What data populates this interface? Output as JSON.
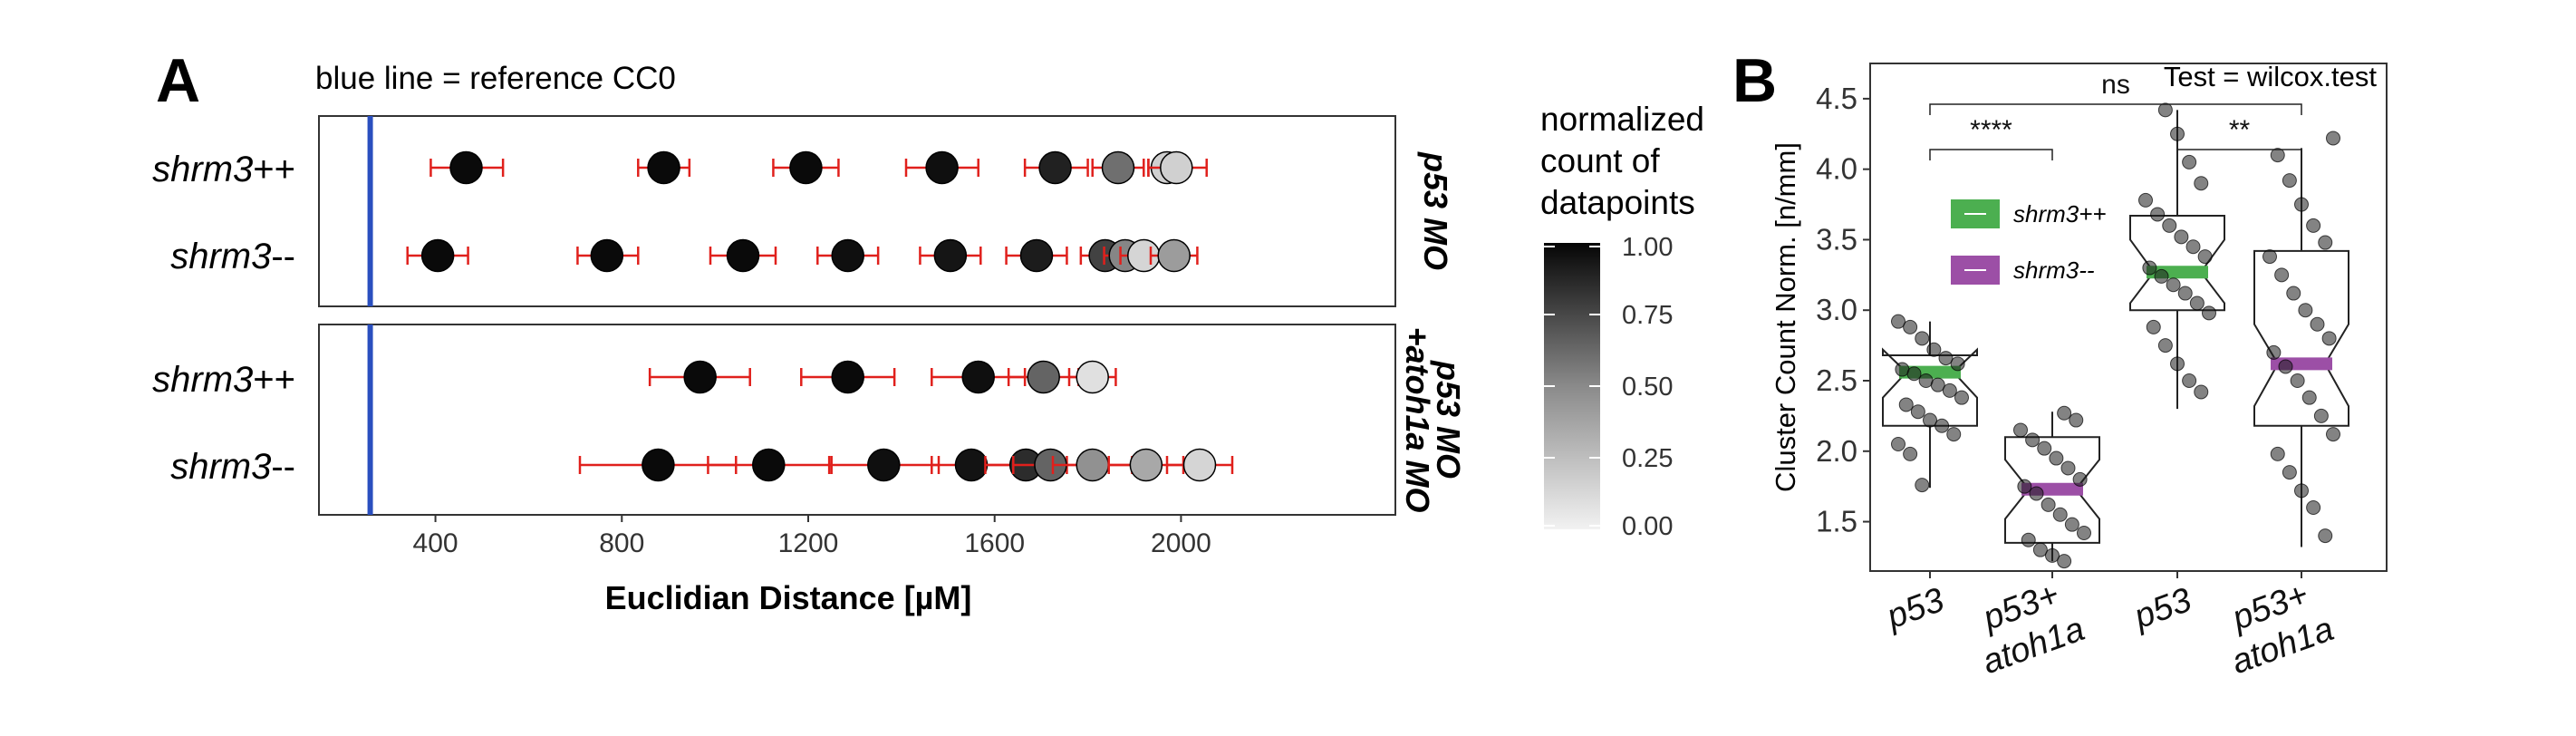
{
  "chart_data": [
    {
      "type": "scatter",
      "panel_label": "A",
      "note": "blue line = reference CC0",
      "xlabel": "Euclidian Distance [µM]",
      "xlim": [
        150,
        2460
      ],
      "x_ticks": [
        400,
        800,
        1200,
        1600,
        2000
      ],
      "x_tick_labels": [
        "400",
        "800",
        "1200",
        "1600",
        "2000"
      ],
      "reference_x": 260,
      "row_label_prefix": "shrm3",
      "facets": [
        {
          "label_lines": [
            "p53 MO"
          ],
          "rows": [
            {
              "label": "shrm3++",
              "points": [
                {
                  "x": 466,
                  "lo": 390,
                  "hi": 545,
                  "value": 1.0
                },
                {
                  "x": 890,
                  "lo": 835,
                  "hi": 945,
                  "value": 1.0
                },
                {
                  "x": 1195,
                  "lo": 1125,
                  "hi": 1265,
                  "value": 1.0
                },
                {
                  "x": 1487,
                  "lo": 1410,
                  "hi": 1565,
                  "value": 0.98
                },
                {
                  "x": 1730,
                  "lo": 1665,
                  "hi": 1800,
                  "value": 0.9
                },
                {
                  "x": 1865,
                  "lo": 1810,
                  "hi": 1920,
                  "value": 0.55
                },
                {
                  "x": 1970,
                  "lo": 1930,
                  "hi": 2010,
                  "value": 0.12
                },
                {
                  "x": 1990,
                  "lo": 1930,
                  "hi": 2055,
                  "value": 0.12
                }
              ]
            },
            {
              "label": "shrm3--",
              "points": [
                {
                  "x": 405,
                  "lo": 340,
                  "hi": 470,
                  "value": 1.0
                },
                {
                  "x": 768,
                  "lo": 705,
                  "hi": 835,
                  "value": 1.0
                },
                {
                  "x": 1060,
                  "lo": 990,
                  "hi": 1130,
                  "value": 1.0
                },
                {
                  "x": 1285,
                  "lo": 1220,
                  "hi": 1350,
                  "value": 0.98
                },
                {
                  "x": 1505,
                  "lo": 1440,
                  "hi": 1570,
                  "value": 0.95
                },
                {
                  "x": 1690,
                  "lo": 1625,
                  "hi": 1755,
                  "value": 0.92
                },
                {
                  "x": 1837,
                  "lo": 1785,
                  "hi": 1890,
                  "value": 0.75
                },
                {
                  "x": 1880,
                  "lo": 1835,
                  "hi": 1925,
                  "value": 0.45
                },
                {
                  "x": 1920,
                  "lo": 1870,
                  "hi": 1970,
                  "value": 0.1
                },
                {
                  "x": 1985,
                  "lo": 1935,
                  "hi": 2035,
                  "value": 0.35
                }
              ]
            }
          ]
        },
        {
          "label_lines": [
            "p53 MO",
            "+atoh1a MO"
          ],
          "rows": [
            {
              "label": "shrm3++",
              "points": [
                {
                  "x": 968,
                  "lo": 860,
                  "hi": 1075,
                  "value": 1.0
                },
                {
                  "x": 1285,
                  "lo": 1185,
                  "hi": 1385,
                  "value": 1.0
                },
                {
                  "x": 1565,
                  "lo": 1465,
                  "hi": 1665,
                  "value": 0.98
                },
                {
                  "x": 1705,
                  "lo": 1630,
                  "hi": 1780,
                  "value": 0.6
                },
                {
                  "x": 1810,
                  "lo": 1760,
                  "hi": 1860,
                  "value": 0.05
                }
              ]
            },
            {
              "label": "shrm3--",
              "points": [
                {
                  "x": 878,
                  "lo": 710,
                  "hi": 1045,
                  "value": 1.0
                },
                {
                  "x": 1115,
                  "lo": 985,
                  "hi": 1250,
                  "value": 1.0
                },
                {
                  "x": 1362,
                  "lo": 1245,
                  "hi": 1480,
                  "value": 0.98
                },
                {
                  "x": 1550,
                  "lo": 1465,
                  "hi": 1640,
                  "value": 0.96
                },
                {
                  "x": 1667,
                  "lo": 1580,
                  "hi": 1755,
                  "value": 0.85
                },
                {
                  "x": 1720,
                  "lo": 1640,
                  "hi": 1800,
                  "value": 0.6
                },
                {
                  "x": 1810,
                  "lo": 1725,
                  "hi": 1895,
                  "value": 0.4
                },
                {
                  "x": 1925,
                  "lo": 1845,
                  "hi": 2005,
                  "value": 0.3
                },
                {
                  "x": 2040,
                  "lo": 1970,
                  "hi": 2110,
                  "value": 0.1
                }
              ]
            }
          ]
        }
      ],
      "legend": {
        "title_lines": [
          "normalized",
          "count of",
          "datapoints"
        ],
        "ticks": [
          1.0,
          0.75,
          0.5,
          0.25,
          0.0
        ],
        "tick_labels": [
          "1.00",
          "0.75",
          "0.50",
          "0.25",
          "0.00"
        ]
      },
      "colors": {
        "reference_line": "#2a4fbf",
        "error_bar": "#e0201c"
      }
    },
    {
      "type": "box",
      "panel_label": "B",
      "test_label": "Test = wilcox.test",
      "ylabel": "Cluster Count Norm. [n/mm]",
      "ylim": [
        1.15,
        4.75
      ],
      "y_ticks": [
        1.5,
        2.0,
        2.5,
        3.0,
        3.5,
        4.0,
        4.5
      ],
      "y_tick_labels": [
        "1.5",
        "2.0",
        "2.5",
        "3.0",
        "3.5",
        "4.0",
        "4.5"
      ],
      "categories": [
        {
          "lines": [
            "p53"
          ]
        },
        {
          "lines": [
            "p53+",
            "atoh1a"
          ]
        },
        {
          "lines": [
            "p53"
          ]
        },
        {
          "lines": [
            "p53+",
            "atoh1a"
          ]
        }
      ],
      "boxes": [
        {
          "group": "shrm3++",
          "q1": 2.18,
          "median": 2.56,
          "q3": 2.68,
          "whisker_low": 1.74,
          "whisker_high": 2.92,
          "notch_low": 2.38,
          "notch_high": 2.72,
          "points": [
            2.92,
            2.88,
            2.8,
            2.72,
            2.66,
            2.62,
            2.58,
            2.55,
            2.5,
            2.47,
            2.43,
            2.38,
            2.33,
            2.28,
            2.22,
            2.18,
            2.12,
            2.05,
            1.98,
            1.76
          ]
        },
        {
          "group": "shrm3--",
          "q1": 1.35,
          "median": 1.73,
          "q3": 2.1,
          "whisker_low": 1.22,
          "whisker_high": 2.28,
          "notch_low": 1.52,
          "notch_high": 1.94,
          "points": [
            2.27,
            2.22,
            2.15,
            2.08,
            2.02,
            1.95,
            1.88,
            1.8,
            1.75,
            1.7,
            1.62,
            1.55,
            1.48,
            1.42,
            1.37,
            1.3,
            1.26,
            1.22
          ]
        },
        {
          "group": "shrm3++",
          "q1": 3.0,
          "median": 3.27,
          "q3": 3.67,
          "whisker_low": 2.3,
          "whisker_high": 4.42,
          "notch_low": 3.05,
          "notch_high": 3.5,
          "points": [
            4.42,
            4.25,
            4.05,
            3.9,
            3.78,
            3.68,
            3.6,
            3.52,
            3.45,
            3.38,
            3.3,
            3.24,
            3.18,
            3.12,
            3.05,
            2.98,
            2.88,
            2.75,
            2.62,
            2.5,
            2.42
          ]
        },
        {
          "group": "shrm3--",
          "q1": 2.18,
          "median": 2.62,
          "q3": 3.42,
          "whisker_low": 1.32,
          "whisker_high": 4.15,
          "notch_low": 2.32,
          "notch_high": 2.9,
          "points": [
            4.22,
            4.1,
            3.92,
            3.75,
            3.6,
            3.48,
            3.38,
            3.25,
            3.12,
            3.0,
            2.9,
            2.8,
            2.7,
            2.6,
            2.5,
            2.38,
            2.25,
            2.12,
            1.98,
            1.85,
            1.72,
            1.6,
            1.4
          ]
        }
      ],
      "comparisons": [
        {
          "from": 1,
          "to": 2,
          "label": "****",
          "level": 0
        },
        {
          "from": 3,
          "to": 4,
          "label": "**",
          "level": 0
        },
        {
          "from": 1,
          "to": 4,
          "label": "ns",
          "level": 1
        }
      ],
      "legend": [
        {
          "label": "shrm3++",
          "color": "#4caf50"
        },
        {
          "label": "shrm3--",
          "color": "#9c4fa6"
        }
      ]
    }
  ]
}
